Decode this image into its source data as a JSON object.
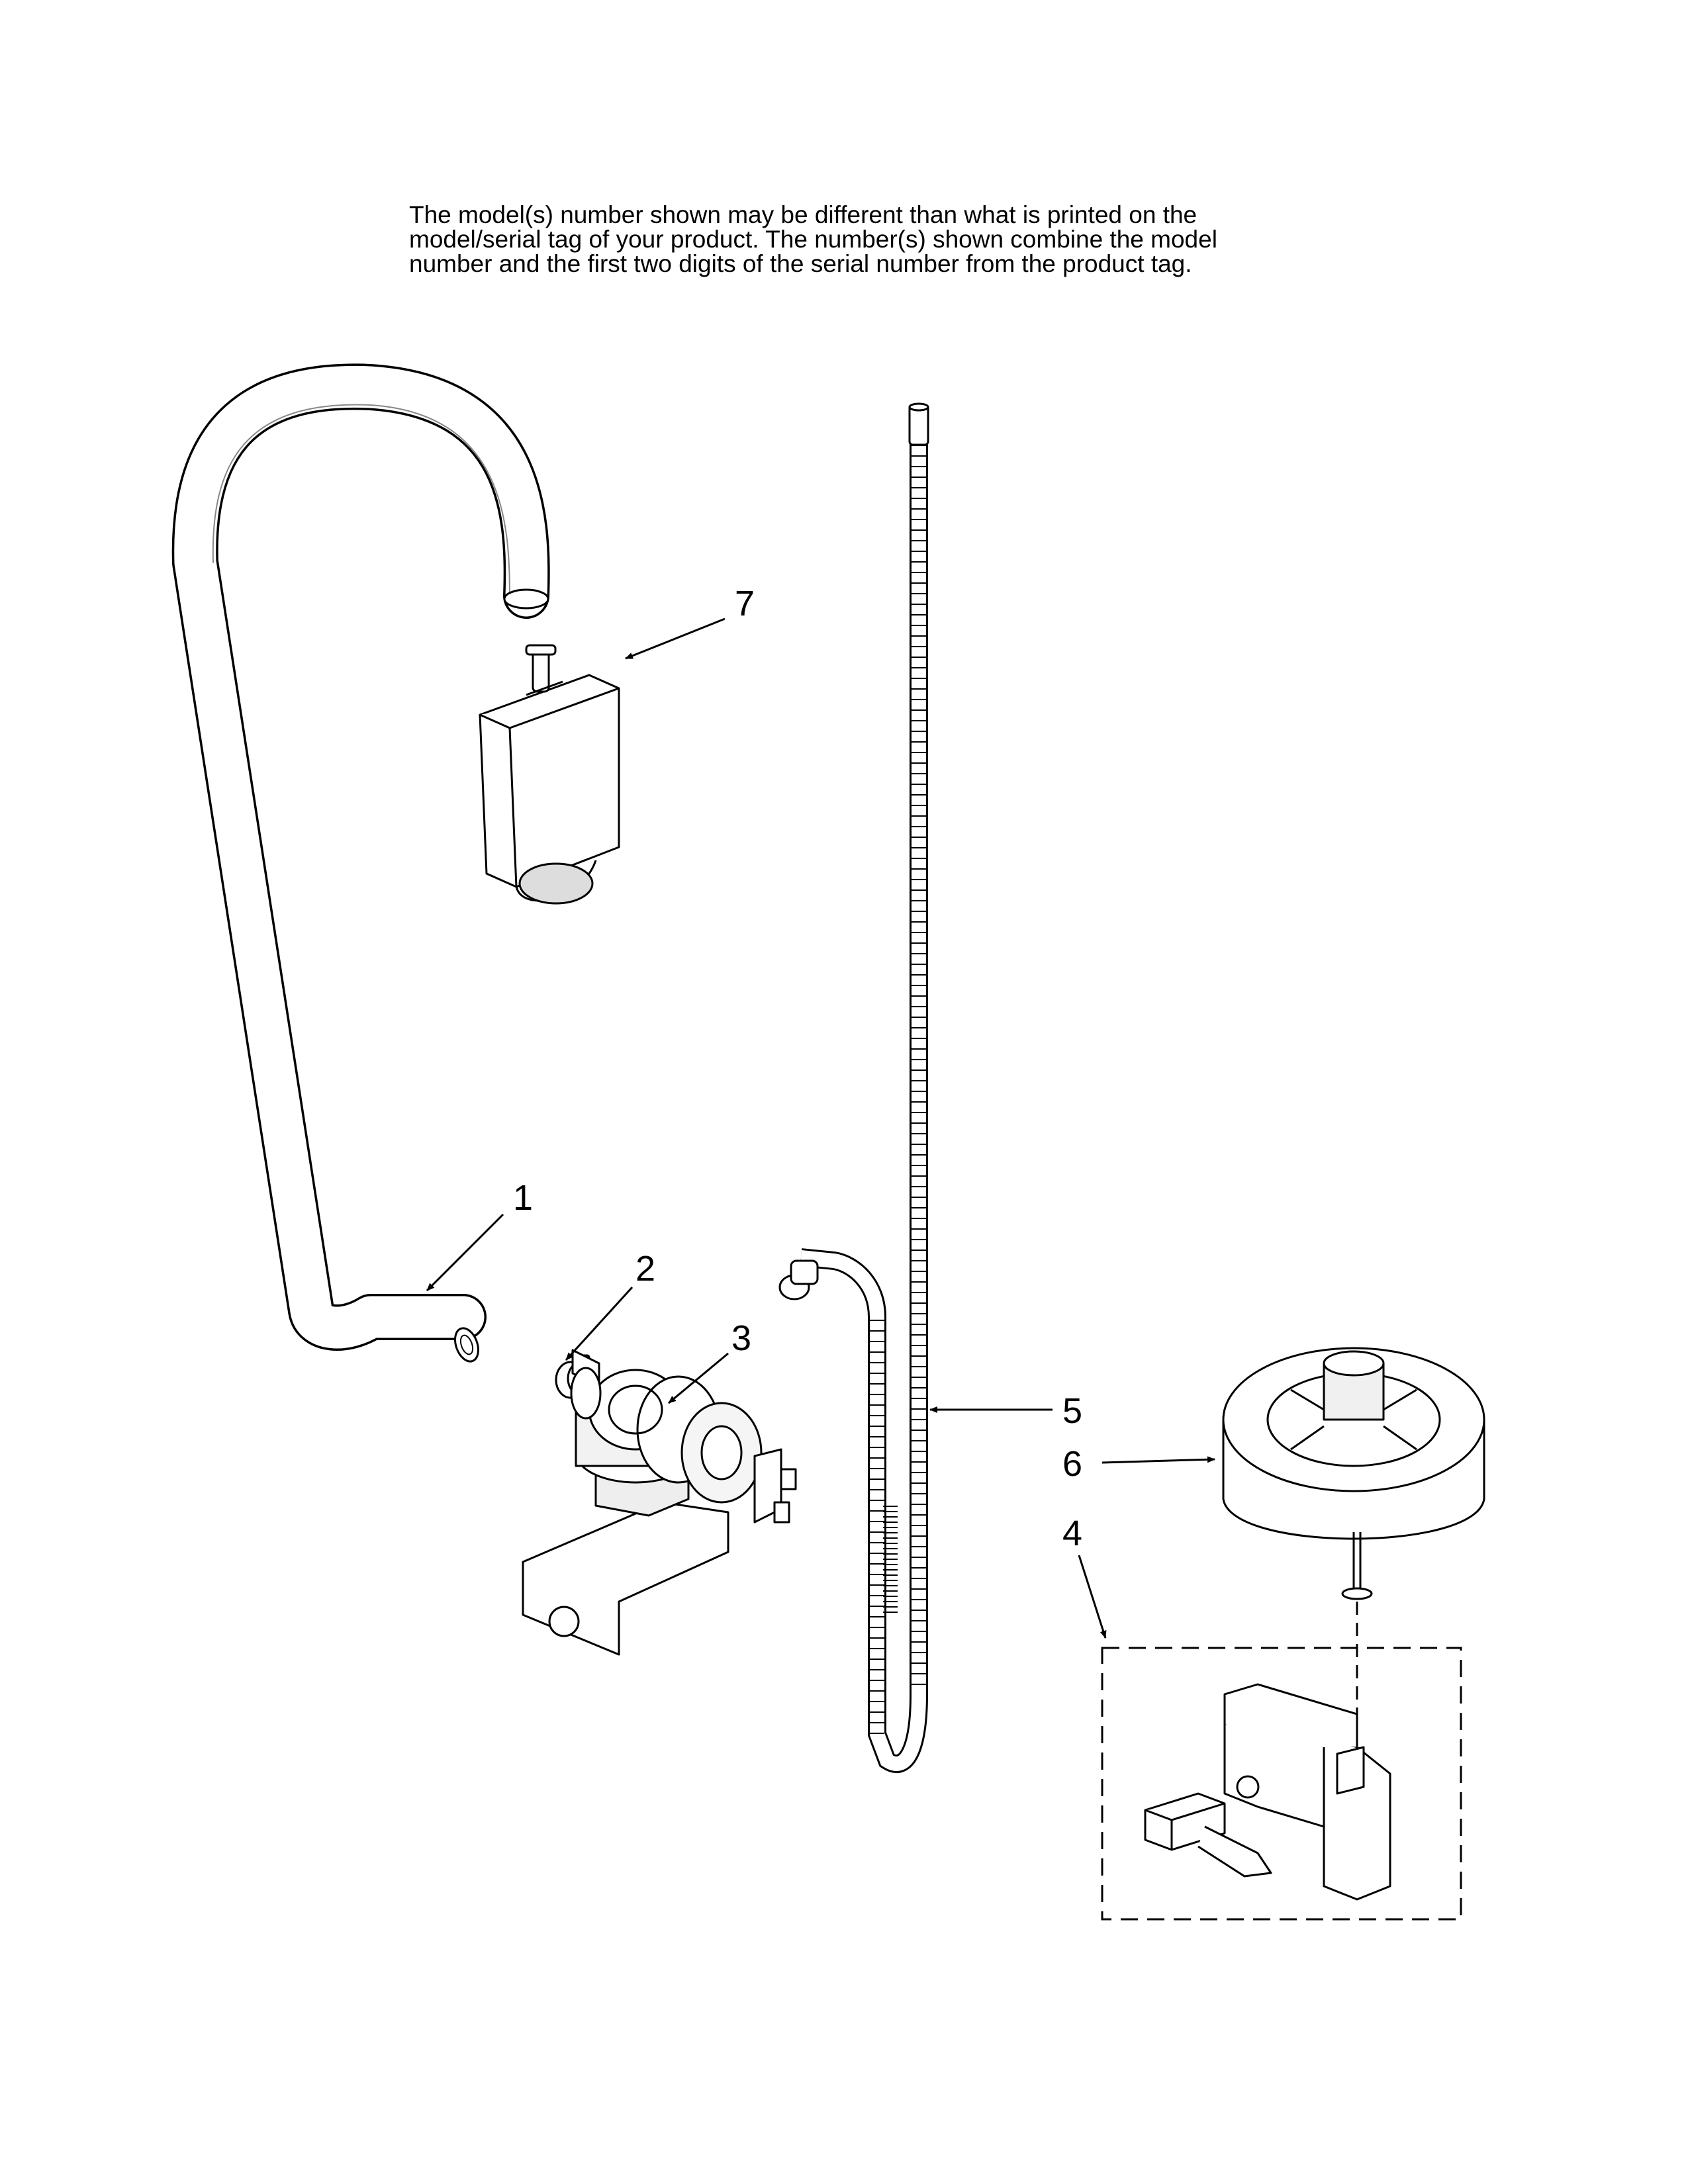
{
  "note": {
    "lines": [
      "The model(s) number shown may be different than what is printed on the",
      "model/serial tag of your product. The number(s) shown combine the model",
      "number and the first two digits of the serial number from the product tag."
    ]
  },
  "callouts": {
    "c1": "1",
    "c2": "2",
    "c3": "3",
    "c4": "4",
    "c5": "5",
    "c6": "6",
    "c7": "7"
  },
  "parts": [
    {
      "id": "1",
      "icon": "fill-hose-icon"
    },
    {
      "id": "2",
      "icon": "hose-clamp-icon"
    },
    {
      "id": "3",
      "icon": "water-inlet-valve-icon"
    },
    {
      "id": "4",
      "icon": "float-switch-assembly-icon"
    },
    {
      "id": "5",
      "icon": "wire-harness-icon"
    },
    {
      "id": "6",
      "icon": "float-icon"
    },
    {
      "id": "7",
      "icon": "vent-fill-funnel-icon"
    }
  ]
}
